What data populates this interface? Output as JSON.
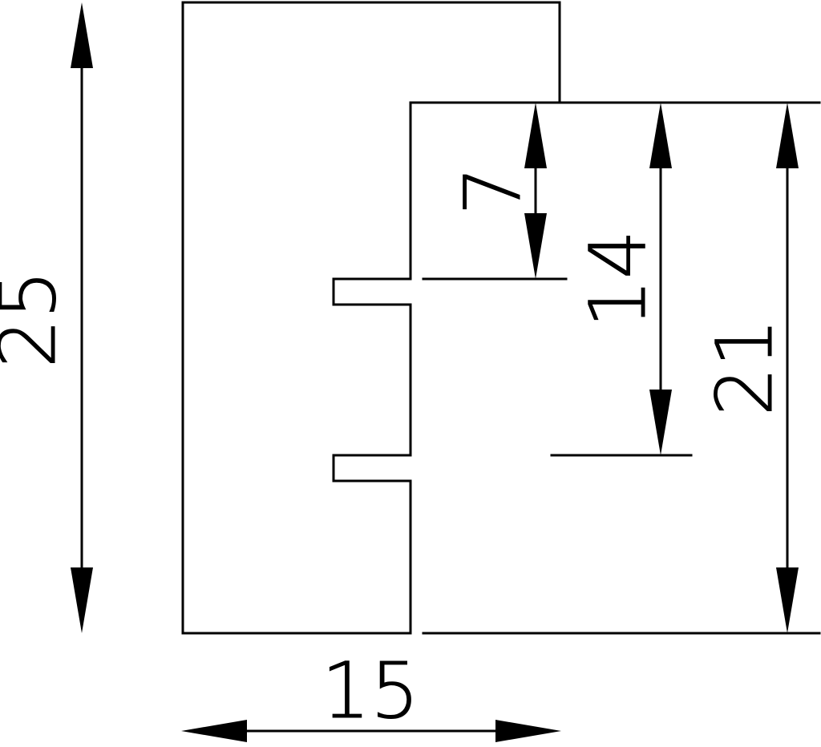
{
  "drawing": {
    "line_color": "#000000",
    "background": "#ffffff",
    "dimensions": {
      "overall_height": "25",
      "width": "15",
      "top_step": "7",
      "middle_step": "14",
      "lower_height": "21"
    }
  }
}
